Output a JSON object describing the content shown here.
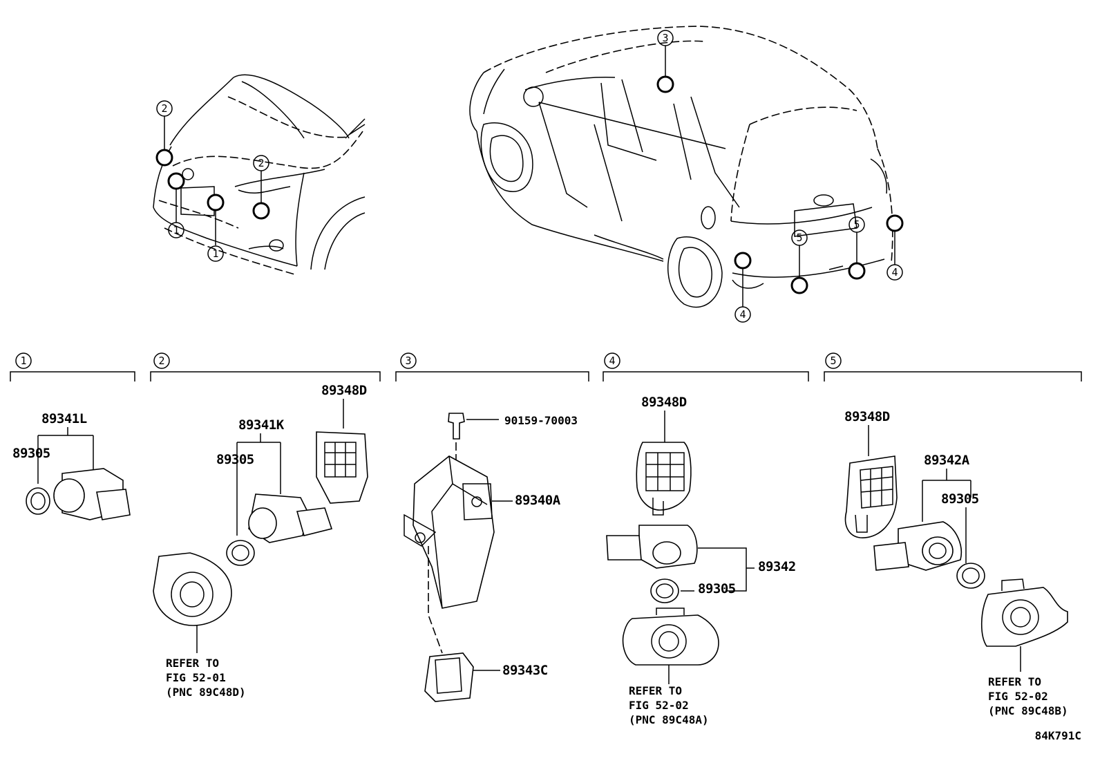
{
  "diagram": {
    "code": "84K791C",
    "sections": [
      {
        "number": "1"
      },
      {
        "number": "2"
      },
      {
        "number": "3"
      },
      {
        "number": "4"
      },
      {
        "number": "5"
      }
    ],
    "part_numbers": {
      "p89341L": "89341L",
      "p89305_s1": "89305",
      "p89348D_s2": "89348D",
      "p89341K": "89341K",
      "p89305_s2": "89305",
      "p90159": "90159-70003",
      "p89340A": "89340A",
      "p89343C": "89343C",
      "p89348D_s4": "89348D",
      "p89342": "89342",
      "p89305_s4": "89305",
      "p89348D_s5": "89348D",
      "p89342A": "89342A",
      "p89305_s5": "89305"
    },
    "refs": {
      "r2": {
        "l1": "REFER TO",
        "l2": "FIG 52-01",
        "l3": "(PNC 89C48D)"
      },
      "r4": {
        "l1": "REFER TO",
        "l2": "FIG 52-02",
        "l3": "(PNC 89C48A)"
      },
      "r5": {
        "l1": "REFER TO",
        "l2": "FIG 52-02",
        "l3": "(PNC 89C48B)"
      }
    },
    "callouts": {
      "front_left_2": "2",
      "front_mid_2": "2",
      "front_1a": "1",
      "front_1b": "1",
      "top_3": "3",
      "rear_5a": "5",
      "rear_5b": "5",
      "rear_4a": "4",
      "rear_4b": "4"
    }
  }
}
